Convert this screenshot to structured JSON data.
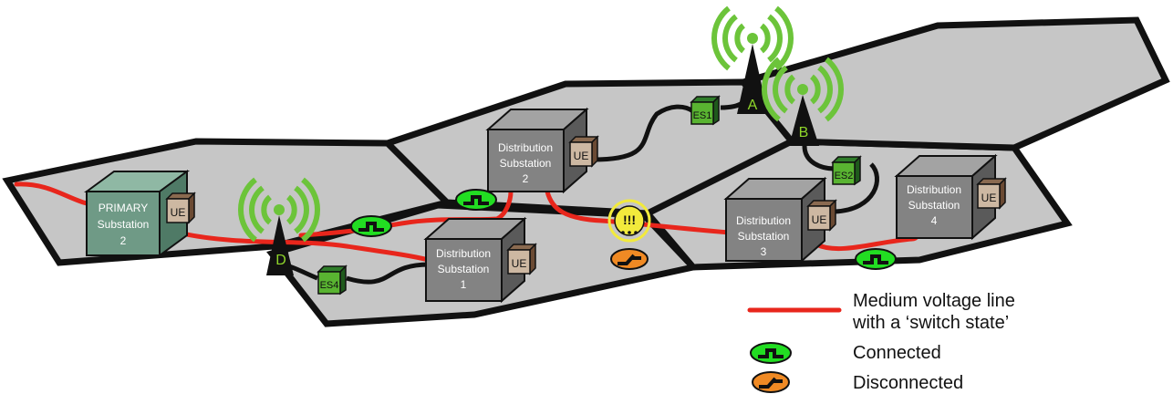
{
  "boxes": {
    "primary2": {
      "line1": "PRIMARY",
      "line2": "Substation",
      "line3": "2"
    },
    "dist1": {
      "line1": "Distribution",
      "line2": "Substation",
      "line3": "1"
    },
    "dist2": {
      "line1": "Distribution",
      "line2": "Substation",
      "line3": "2"
    },
    "dist3": {
      "line1": "Distribution",
      "line2": "Substation",
      "line3": "3"
    },
    "dist4": {
      "line1": "Distribution",
      "line2": "Substation",
      "line3": "4"
    }
  },
  "ue_label": "UE",
  "edge_switches": {
    "es1": "ES1",
    "es2": "ES2",
    "es4": "ES4"
  },
  "towers": {
    "a": "A",
    "b": "B",
    "d": "D"
  },
  "legend": {
    "line_line1": "Medium voltage line",
    "line_line2": "with a ‘switch state’",
    "connected": "Connected",
    "disconnected": "Disconnected"
  },
  "fault_symbol": "!!!",
  "colors": {
    "line": "#e8261c",
    "connected": "#22dd22",
    "disconnected": "#f08a24",
    "tower_text": "#8fd62a",
    "wifi": "#6cc43a",
    "hex_fill": "#c6c6c6",
    "primary_box": "#6f9a86",
    "dist_box": "#838383",
    "ue_box": "#cdb8a2",
    "es_box": "#59b431"
  }
}
